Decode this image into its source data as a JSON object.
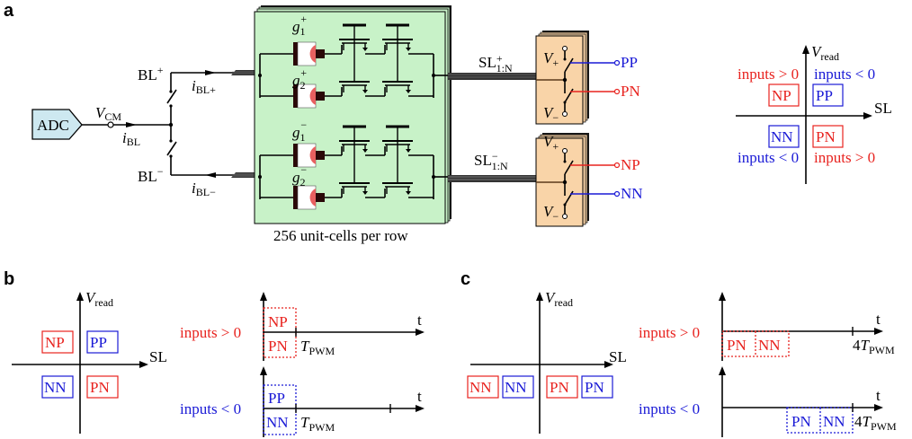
{
  "colors": {
    "positive": "#e8231f",
    "negative": "#1a1ad6",
    "adc_fill": "#cde8f0",
    "cell_fill": "#c8f2c8",
    "switch_fill": "#f9d4a8",
    "memristor": "#e05a5a"
  },
  "panel_a": {
    "label": "a",
    "adc": "ADC",
    "vcm": "V",
    "vcm_sub": "CM",
    "ibl": "i",
    "ibl_sub": "BL",
    "bl_plus": "BL",
    "bl_plus_sup": "+",
    "bl_minus": "BL",
    "bl_minus_sup": "−",
    "ibl_plus": "i",
    "ibl_plus_sub": "BL+",
    "ibl_minus": "i",
    "ibl_minus_sub": "BL−",
    "g1p": "g",
    "g1p_sub": "1",
    "g1p_sup": "+",
    "g2p": "g",
    "g2p_sub": "2",
    "g2p_sup": "+",
    "g1n": "g",
    "g1n_sub": "1",
    "g1n_sup": "−",
    "g2n": "g",
    "g2n_sub": "2",
    "g2n_sup": "−",
    "cells_caption": "256 unit-cells per row",
    "sl_plus": "SL",
    "sl_plus_sup": "+",
    "sl_plus_sub": "1:N",
    "sl_minus": "SL",
    "sl_minus_sup": "−",
    "sl_minus_sub": "1:N",
    "vplus": "V",
    "vplus_sub": "+",
    "vminus": "V",
    "vminus_sub": "−",
    "outputs": [
      "PP",
      "PN",
      "NP",
      "NN"
    ],
    "quadrant": {
      "y_axis": "V",
      "y_axis_sub": "read",
      "x_axis": "SL",
      "np": "NP",
      "pp": "PP",
      "nn": "NN",
      "pn": "PN",
      "np_note": "inputs > 0",
      "pp_note": "inputs < 0",
      "nn_note": "inputs < 0",
      "pn_note": "inputs > 0"
    }
  },
  "panel_b": {
    "label": "b",
    "y_axis": "V",
    "y_axis_sub": "read",
    "x_axis": "SL",
    "np": "NP",
    "pp": "PP",
    "nn": "NN",
    "pn": "PN",
    "pos_label": "inputs > 0",
    "neg_label": "inputs < 0",
    "pos_top": "NP",
    "pos_bottom": "PN",
    "neg_top": "PP",
    "neg_bottom": "NN",
    "t": "t",
    "tpwm": "T",
    "tpwm_sub": "PWM"
  },
  "panel_c": {
    "label": "c",
    "y_axis": "V",
    "y_axis_sub": "read",
    "x_axis": "SL",
    "boxes": [
      "NN",
      "NN",
      "PN",
      "PN"
    ],
    "pos_label": "inputs > 0",
    "neg_label": "inputs < 0",
    "pos_seq": [
      "PN",
      "NN"
    ],
    "neg_seq": [
      "PN",
      "NN"
    ],
    "t": "t",
    "tpwm_prefix": "4",
    "tpwm": "T",
    "tpwm_sub": "PWM"
  }
}
